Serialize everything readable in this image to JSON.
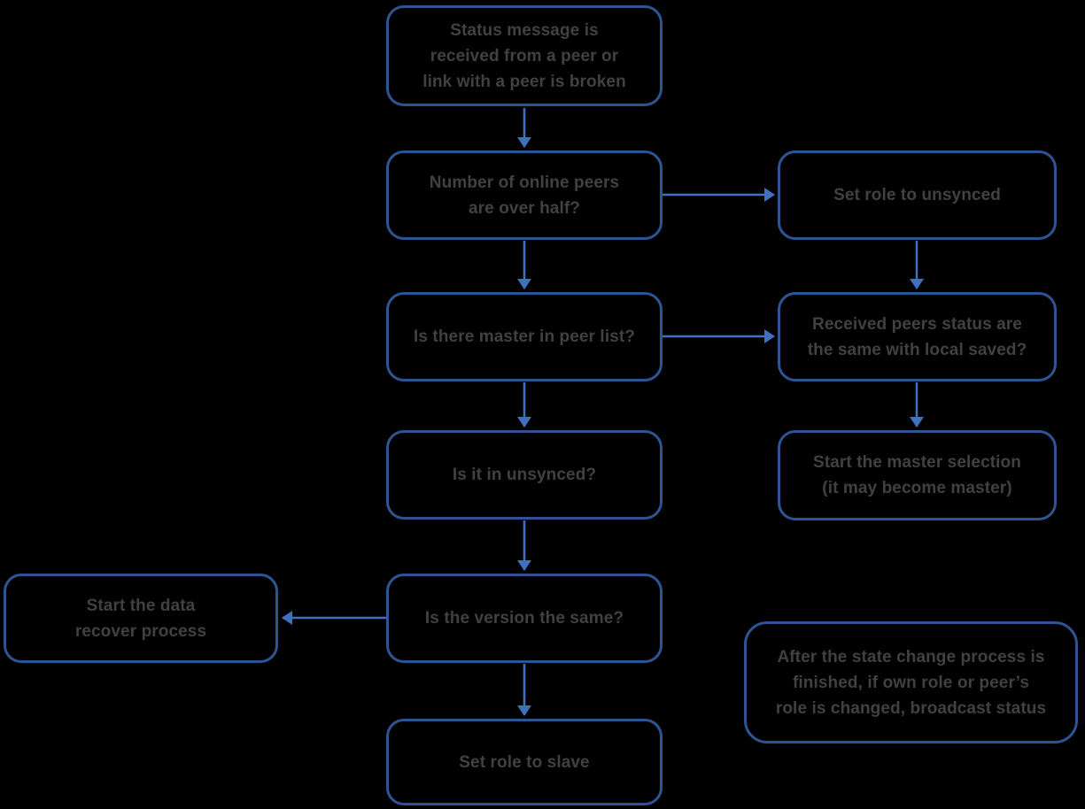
{
  "diagram": {
    "background_color": "#000000",
    "box_border_color": "#2e5593",
    "arrow_color": "#4070c0",
    "text_color": "#414144"
  },
  "nodes": [
    {
      "id": "status-received",
      "label": "Status message is\nreceived from a peer or\nlink with a peer is broken"
    },
    {
      "id": "peers-over-half",
      "label": "Number of online peers\nare over half?"
    },
    {
      "id": "set-role-unsynced",
      "label": "Set role to unsynced"
    },
    {
      "id": "master-in-peer-list",
      "label": "Is there master in peer list?"
    },
    {
      "id": "peers-status-same",
      "label": "Received peers status are\nthe same with local saved?"
    },
    {
      "id": "is-in-unsynced",
      "label": "Is it in unsynced?"
    },
    {
      "id": "start-master-selection",
      "label": "Start the master selection\n(it may become master)"
    },
    {
      "id": "start-data-recover",
      "label": "Start the data\nrecover process"
    },
    {
      "id": "is-version-same",
      "label": "Is the version the same?"
    },
    {
      "id": "set-role-slave",
      "label": "Set role to slave"
    },
    {
      "id": "broadcast-note",
      "label": "After the state change process is\nfinished, if own role or peer’s\nrole is changed, broadcast status"
    }
  ]
}
